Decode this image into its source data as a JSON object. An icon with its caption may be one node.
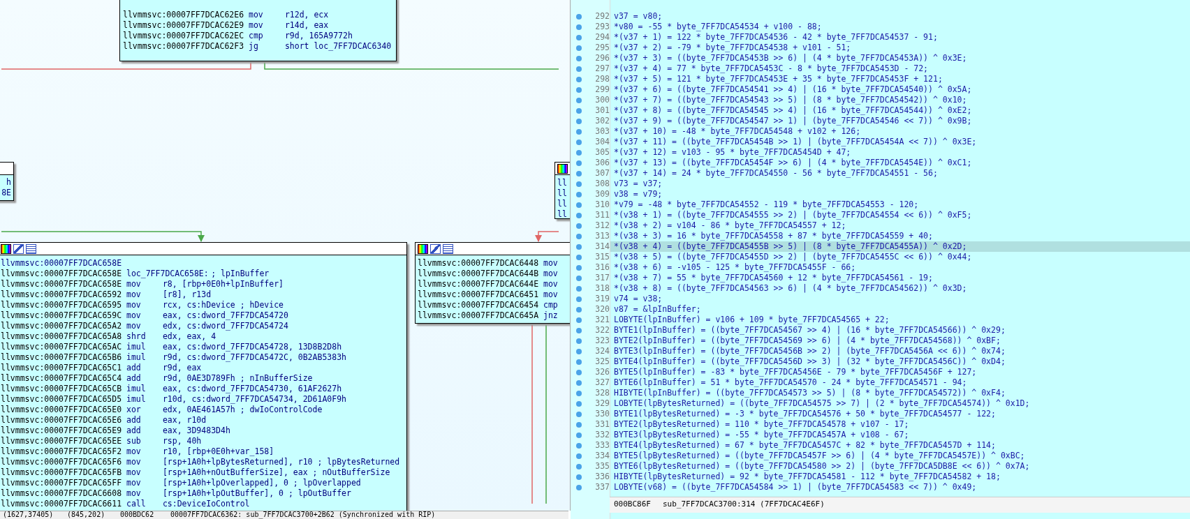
{
  "diagram": {
    "nodes": [
      {
        "text": [
          "llvmmsvc:00007FF7DCAC62E6 mov r12d, ecx",
          "llvmmsvc:00007FF7DCAC62E9 mov r14d, eax",
          "llvmmsvc:00007FF7DCAC62EC cmp r9d, 165A9772h",
          "llvmmsvc:00007FF7DCAC62F3 jg short loc_7FF7DCAC6340"
        ]
      },
      {
        "text": [
          "h",
          "8E"
        ]
      },
      {
        "text": [
          "ll",
          "ll",
          "ll",
          "ll"
        ]
      },
      {
        "text": [
          "llvmmsvc:00007FF7DCAC658E",
          "llvmmsvc:00007FF7DCAC658E loc_7FF7DCAC658E: ; lpInBuffer",
          "llvmmsvc:00007FF7DCAC658E mov r8, [rbp+0E0h+lpInBuffer]",
          "llvmmsvc:00007FF7DCAC6592 mov [r8], r13d",
          "llvmmsvc:00007FF7DCAC6595 mov rcx, cs:hDevice ; hDevice",
          "llvmmsvc:00007FF7DCAC659C mov eax, cs:dword_7FF7DCA54720",
          "llvmmsvc:00007FF7DCAC65A2 mov edx, cs:dword_7FF7DCA54724",
          "llvmmsvc:00007FF7DCAC65A8 shrd edx, eax, 4",
          "llvmmsvc:00007FF7DCAC65AC imul eax, cs:dword_7FF7DCA54728, 13D8B2D8h",
          "llvmmsvc:00007FF7DCAC65B6 imul r9d, cs:dword_7FF7DCA5472C, 0B2AB5383h",
          "llvmmsvc:00007FF7DCAC65C1 add r9d, eax",
          "llvmmsvc:00007FF7DCAC65C4 add r9d, 0AE3D789Fh ; nInBufferSize",
          "llvmmsvc:00007FF7DCAC65CB imul eax, cs:dword_7FF7DCA54730, 61AF2627h",
          "llvmmsvc:00007FF7DCAC65D5 imul r10d, cs:dword_7FF7DCA54734, 2D61A0F9h",
          "llvmmsvc:00007FF7DCAC65E0 xor edx, 0AE461A57h ; dwIoControlCode",
          "llvmmsvc:00007FF7DCAC65E6 add eax, r10d",
          "llvmmsvc:00007FF7DCAC65E9 add eax, 3D9483D4h",
          "llvmmsvc:00007FF7DCAC65EE sub rsp, 40h",
          "llvmmsvc:00007FF7DCAC65F2 mov r10, [rbp+0E0h+var_158]",
          "llvmmsvc:00007FF7DCAC65F6 mov [rsp+1A0h+lpBytesReturned], r10 ; lpBytesReturned",
          "llvmmsvc:00007FF7DCAC65FB mov [rsp+1A0h+nOutBufferSize], eax ; nOutBufferSize",
          "llvmmsvc:00007FF7DCAC65FF mov [rsp+1A0h+lpOverlapped], 0 ; lpOverlapped",
          "llvmmsvc:00007FF7DCAC6608 mov [rsp+1A0h+lpOutBuffer], 0 ; lpOutBuffer",
          "llvmmsvc:00007FF7DCAC6611 call cs:DeviceIoControl"
        ]
      },
      {
        "text": [
          "llvmmsvc:00007FF7DCAC6448 mov",
          "llvmmsvc:00007FF7DCAC644B mov",
          "llvmmsvc:00007FF7DCAC644E mov",
          "llvmmsvc:00007FF7DCAC6451 mov",
          "llvmmsvc:00007FF7DCAC6454 cmp",
          "llvmmsvc:00007FF7DCAC645A jnz"
        ]
      }
    ],
    "edges": [
      {
        "from": 0,
        "to": null,
        "arrow": "none",
        "color": "#e06666"
      },
      {
        "from": 0,
        "to": null,
        "arrow": "none",
        "color": "#4aa84a"
      },
      {
        "from": null,
        "to": 3,
        "arrow": "to",
        "color": "#4aa84a"
      },
      {
        "from": null,
        "to": 4,
        "arrow": "to",
        "color": "#e06666"
      },
      {
        "from": 4,
        "to": null,
        "arrow": "none",
        "color": "#e06666"
      },
      {
        "from": 4,
        "to": null,
        "arrow": "none",
        "color": "#4aa84a"
      }
    ],
    "labels": [
      "292",
      "v37 = v80;",
      "293",
      "*v80 = -55 * byte_7FF7DCA54534 + v100 - 88;",
      "294",
      "*(v37 + 1) = 122 * byte_7FF7DCA54536 - 42 * byte_7FF7DCA54537 - 91;",
      "295",
      "*(v37 + 2) = -79 * byte_7FF7DCA54538 + v101 - 51;",
      "296",
      "*(v37 + 3) = ((byte_7FF7DCA5453B >> 6) | (4 * byte_7FF7DCA5453A)) ^ 0x3E;",
      "297",
      "*(v37 + 4) = 77 * byte_7FF7DCA5453C - 8 * byte_7FF7DCA5453D - 72;",
      "298",
      "*(v37 + 5) = 121 * byte_7FF7DCA5453E + 35 * byte_7FF7DCA5453F + 121;",
      "299",
      "*(v37 + 6) = ((byte_7FF7DCA54541 >> 4) | (16 * byte_7FF7DCA54540)) ^ 0x5A;",
      "300",
      "*(v37 + 7) = ((byte_7FF7DCA54543 >> 5) | (8 * byte_7FF7DCA54542)) ^ 0x10;",
      "301",
      "*(v37 + 8) = ((byte_7FF7DCA54545 >> 4) | (16 * byte_7FF7DCA54544)) ^ 0xE2;",
      "302",
      "*(v37 + 9) = ((byte_7FF7DCA54547 >> 1) | (byte_7FF7DCA54546 << 7)) ^ 0x9B;",
      "303",
      "*(v37 + 10) = -48 * byte_7FF7DCA54548 + v102 + 126;",
      "304",
      "*(v37 + 11) = ((byte_7FF7DCA5454B >> 1) | (byte_7FF7DCA5454A << 7)) ^ 0x3E;",
      "305",
      "*(v37 + 12) = v103 - 95 * byte_7FF7DCA5454D + 47;",
      "306",
      "*(v37 + 13) = ((byte_7FF7DCA5454F >> 6) | (4 * byte_7FF7DCA5454E)) ^ 0xC1;",
      "307",
      "*(v37 + 14) = 24 * byte_7FF7DCA54550 - 56 * byte_7FF7DCA54551 - 56;",
      "308",
      "v73 = v37;",
      "309",
      "v38 = v79;",
      "310",
      "*v79 = -48 * byte_7FF7DCA54552 - 119 * byte_7FF7DCA54553 - 120;",
      "311",
      "*(v38 + 1) = ((byte_7FF7DCA54555 >> 2) | (byte_7FF7DCA54554 << 6)) ^ 0xF5;",
      "312",
      "*(v38 + 2) = v104 - 86 * byte_7FF7DCA54557 + 12;",
      "313",
      "*(v38 + 3) = 16 * byte_7FF7DCA54558 + 87 * byte_7FF7DCA54559 + 40;",
      "314",
      "*(v38 + 4) = ((byte_7FF7DCA5455B >> 5) | (8 * byte_7FF7DCA5455A)) ^ 0x2D;",
      "315",
      "*(v38 + 5) = ((byte_7FF7DCA5455D >> 2) | (byte_7FF7DCA5455C << 6)) ^ 0x44;",
      "316",
      "*(v38 + 6) = -v105 - 125 * byte_7FF7DCA5455F - 66;",
      "317",
      "*(v38 + 7) = 55 * byte_7FF7DCA54560 + 12 * byte_7FF7DCA54561 - 19;",
      "318",
      "*(v38 + 8) = ((byte_7FF7DCA54563 >> 6) | (4 * byte_7FF7DCA54562)) ^ 0x3D;",
      "319",
      "v74 = v38;",
      "320",
      "v87 = &lpInBuffer;",
      "321",
      "LOBYTE(lpInBuffer) = v106 + 109 * byte_7FF7DCA54565 + 22;",
      "322",
      "BYTE1(lpInBuffer) = ((byte_7FF7DCA54567 >> 4) | (16 * byte_7FF7DCA54566)) ^ 0x29;",
      "323",
      "BYTE2(lpInBuffer) = ((byte_7FF7DCA54569 >> 6) | (4 * byte_7FF7DCA54568)) ^ 0xBF;",
      "324",
      "BYTE3(lpInBuffer) = ((byte_7FF7DCA5456B >> 2) | (byte_7FF7DCA5456A << 6)) ^ 0x74;",
      "325",
      "BYTE4(lpInBuffer) = ((byte_7FF7DCA5456D >> 3) | (32 * byte_7FF7DCA5456C)) ^ 0xD4;",
      "326",
      "BYTE5(lpInBuffer) = -83 * byte_7FF7DCA5456E - 79 * byte_7FF7DCA5456F + 127;",
      "327",
      "BYTE6(lpInBuffer) = 51 * byte_7FF7DCA54570 - 24 * byte_7FF7DCA54571 - 94;",
      "328",
      "HIBYTE(lpInBuffer) = ((byte_7FF7DCA54573 >> 5) | (8 * byte_7FF7DCA54572)) ^ 0xF4;",
      "329",
      "LOBYTE(lpBytesReturned) = ((byte_7FF7DCA54575 >> 7) | (2 * byte_7FF7DCA54574)) ^ 0x1D;",
      "330",
      "BYTE1(lpBytesReturned) = -3 * byte_7FF7DCA54576 + 50 * byte_7FF7DCA54577 - 122;",
      "331",
      "BYTE2(lpBytesReturned) = 110 * byte_7FF7DCA54578 + v107 - 17;",
      "332",
      "BYTE3(lpBytesReturned) = -55 * byte_7FF7DCA5457A + v108 - 67;",
      "333",
      "BYTE4(lpBytesReturned) = 67 * byte_7FF7DCA5457C + 82 * byte_7FF7DCA5457D + 114;",
      "334",
      "BYTE5(lpBytesReturned) = ((byte_7FF7DCA5457F >> 6) | (4 * byte_7FF7DCA5457E)) ^ 0xBC;",
      "335",
      "BYTE6(lpBytesReturned) = ((byte_7FF7DCA54580 >> 2) | (byte_7FF7DCA5DB8E << 6)) ^ 0x7A;",
      "336",
      "HIBYTE(lpBytesReturned) = 92 * byte_7FF7DCA54581 - 112 * byte_7FF7DCA54582 + 18;",
      "337",
      "LOBYTE(v68) = ((byte_7FF7DCA54584 >> 1) | (byte_7FF7DCA54583 << 7)) ^ 0x49;",
      "(1627,37405)",
      "(845,202)",
      "000BDC62",
      "00007FF7DCAC6362: sub_7FF7DCAC3700+2B62 (Synchronized with RIP)",
      "000BC86F",
      "sub_7FF7DCAC3700:314 (7FF7DCAC4E6F)"
    ]
  }
}
